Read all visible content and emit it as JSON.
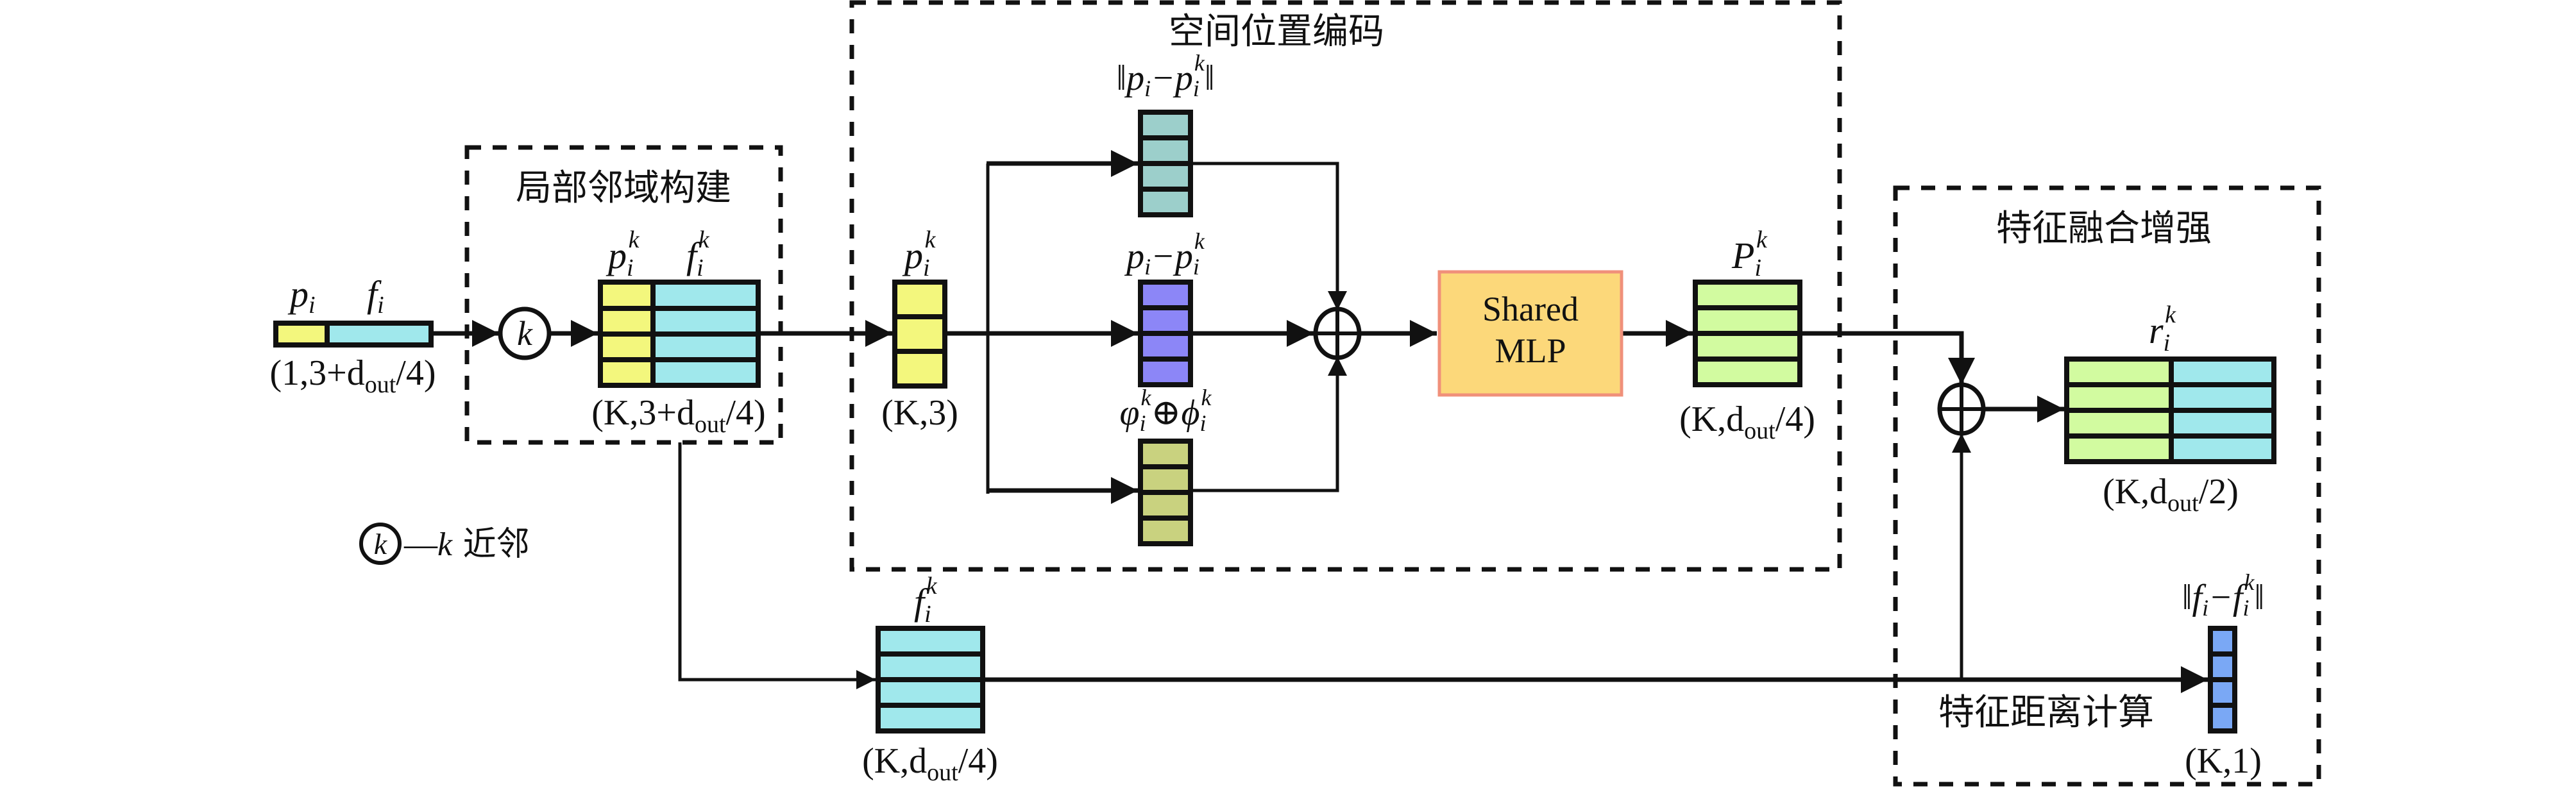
{
  "diagram": {
    "groups": {
      "local_neighborhood": {
        "title": "局部邻域构建"
      },
      "spatial_encoding": {
        "title": "空间位置编码"
      },
      "feature_fusion": {
        "title": "特征融合增强"
      },
      "feature_distance": {
        "title": "特征距离计算"
      }
    },
    "input": {
      "label_p": "p",
      "label_p_sub": "i",
      "label_f": "f",
      "label_f_sub": "i",
      "shape": "(1,3+d",
      "shape_sub": "out",
      "shape_tail": "/4)"
    },
    "knn_op": {
      "symbol": "k"
    },
    "neighborhood": {
      "label_p": "p",
      "label_p_sub": "i",
      "label_p_sup": "k",
      "label_f": "f",
      "label_f_sub": "i",
      "label_f_sup": "k",
      "shape": "(K,3+d",
      "shape_sub": "out",
      "shape_tail": "/4)"
    },
    "pos_neighbors": {
      "label": "p",
      "sub": "i",
      "sup": "k",
      "shape": "(K,3)"
    },
    "distance_norm": {
      "label_open": "‖p",
      "sub1": "i",
      "minus": "−p",
      "sub2": "i",
      "sup2": "k",
      "label_close": "‖"
    },
    "relative_pos": {
      "label": "p",
      "sub1": "i",
      "minus": "−p",
      "sub2": "i",
      "sup2": "k"
    },
    "concat_feature": {
      "phi1": "φ",
      "sub1": "i",
      "sup1": "k",
      "op": "⊕",
      "phi2": "ϕ",
      "sub2": "i",
      "sup2": "k"
    },
    "mlp": {
      "line1": "Shared",
      "line2": "MLP"
    },
    "pos_encoding": {
      "label": "P",
      "sub": "i",
      "sup": "k",
      "shape": "(K,d",
      "shape_sub": "out",
      "shape_tail": "/4)"
    },
    "fused": {
      "label": "r",
      "sub": "i",
      "sup": "k",
      "shape": "(K,d",
      "shape_sub": "out",
      "shape_tail": "/2)"
    },
    "neighbor_features": {
      "label": "f",
      "sub": "i",
      "sup": "k",
      "shape": "(K,d",
      "shape_sub": "out",
      "shape_tail": "/4)"
    },
    "feature_distance": {
      "label_open": "‖f",
      "sub1": "i",
      "minus": "−f",
      "sub2": "i",
      "sup2": "k",
      "label_close": "‖",
      "shape": "(K,1)"
    },
    "legend": {
      "symbol": "k",
      "dash": "—",
      "var": "k",
      "text": " 近邻"
    },
    "colors": {
      "position": "#f3f77d",
      "feature": "#a0e8ec",
      "distance_norm": "#9ccfcb",
      "relative_pos": "#8c86f7",
      "concat": "#c9d27f",
      "pos_encoding": "#d2fba0",
      "mlp_fill": "#fcd87a",
      "mlp_border": "#f0907a",
      "feature_distance": "#7aa8f5"
    }
  }
}
